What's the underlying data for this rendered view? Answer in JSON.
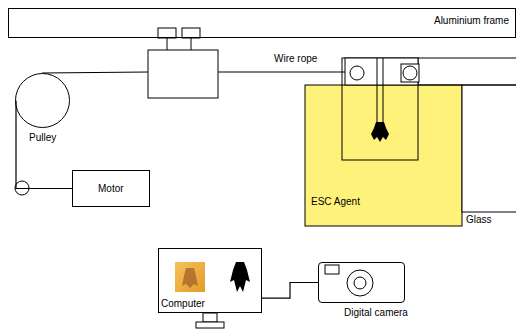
{
  "diagram": {
    "nodes": [
      {
        "text": [
          "Aluminium frame"
        ]
      },
      {
        "text": [
          "Pulley"
        ]
      },
      {
        "text": [
          "Motor"
        ]
      },
      {
        "text": [
          "ESC Agent"
        ]
      },
      {
        "text": [
          "Computer"
        ]
      },
      {
        "text": [
          "Digital camera"
        ]
      }
    ],
    "edges": [
      {
        "from": 1,
        "to": 2,
        "arrow": "none"
      },
      {
        "from": 4,
        "to": 5,
        "arrow": "none"
      }
    ],
    "labels": [
      "Wire rope",
      "Glass"
    ]
  }
}
